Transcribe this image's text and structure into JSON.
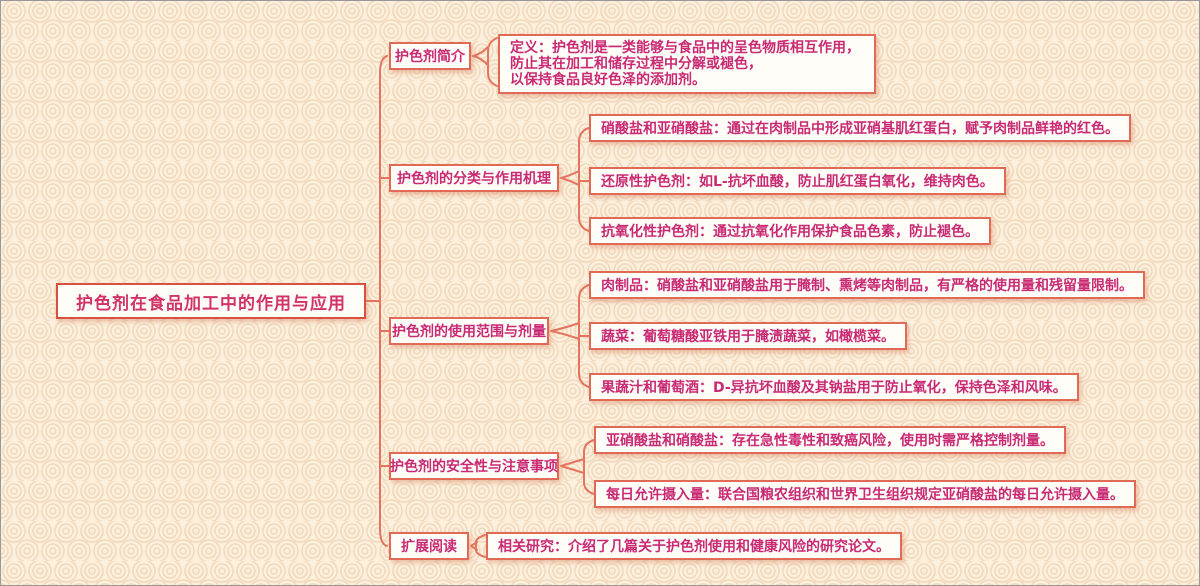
{
  "diagram": {
    "type": "mindmap",
    "root": {
      "label": "护色剂在食品加工中的作用与应用"
    },
    "branches": [
      {
        "label": "护色剂简介",
        "children": [
          {
            "text": "定义：护色剂是一类能够与食品中的呈色物质相互作用，\n防止其在加工和储存过程中分解或褪色，\n以保持食品良好色泽的添加剂。"
          }
        ]
      },
      {
        "label": "护色剂的分类与作用机理",
        "children": [
          {
            "text": "硝酸盐和亚硝酸盐：通过在肉制品中形成亚硝基肌红蛋白，赋予肉制品鲜艳的红色。"
          },
          {
            "text": "还原性护色剂：如L-抗坏血酸，防止肌红蛋白氧化，维持肉色。"
          },
          {
            "text": "抗氧化性护色剂：通过抗氧化作用保护食品色素，防止褪色。"
          }
        ]
      },
      {
        "label": "护色剂的使用范围与剂量",
        "children": [
          {
            "text": "肉制品：硝酸盐和亚硝酸盐用于腌制、熏烤等肉制品，有严格的使用量和残留量限制。"
          },
          {
            "text": "蔬菜：葡萄糖酸亚铁用于腌渍蔬菜，如橄榄菜。"
          },
          {
            "text": "果蔬汁和葡萄酒：D-异抗坏血酸及其钠盐用于防止氧化，保持色泽和风味。"
          }
        ]
      },
      {
        "label": "护色剂的安全性与注意事项",
        "children": [
          {
            "text": "亚硝酸盐和硝酸盐：存在急性毒性和致癌风险，使用时需严格控制剂量。"
          },
          {
            "text": "每日允许摄入量：联合国粮农组织和世界卫生组织规定亚硝酸盐的每日允许摄入量。"
          }
        ]
      },
      {
        "label": "扩展阅读",
        "children": [
          {
            "text": "相关研究：介绍了几篇关于护色剂使用和健康风险的研究论文。"
          }
        ]
      }
    ],
    "colors": {
      "canvas_bg": "#faf0dd",
      "pattern_line": "#f3d8bb",
      "box_bg": "#fffdf7",
      "box_border": "#e06a55",
      "root_border": "#d8503f",
      "node_text": "#c92a74",
      "root_text": "#d23366",
      "connector": "#e4745e",
      "frame_border": "#989898"
    }
  }
}
